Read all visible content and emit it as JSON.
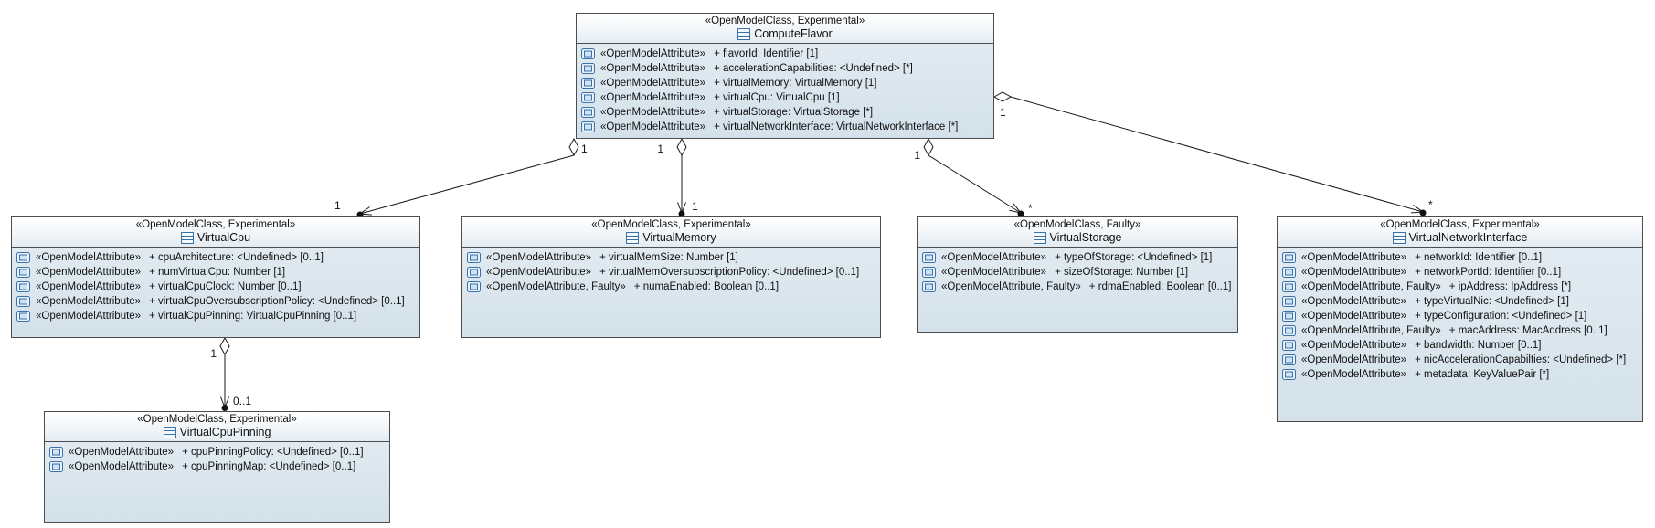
{
  "diagram": {
    "classes": {
      "computeFlavor": {
        "stereotype": "«OpenModelClass, Experimental»",
        "name": "ComputeFlavor",
        "attributes": [
          {
            "stereotype": "«OpenModelAttribute»",
            "text": "+ flavorId: Identifier [1]"
          },
          {
            "stereotype": "«OpenModelAttribute»",
            "text": "+ accelerationCapabilities: <Undefined> [*]"
          },
          {
            "stereotype": "«OpenModelAttribute»",
            "text": "+ virtualMemory: VirtualMemory [1]"
          },
          {
            "stereotype": "«OpenModelAttribute»",
            "text": "+ virtualCpu: VirtualCpu [1]"
          },
          {
            "stereotype": "«OpenModelAttribute»",
            "text": "+ virtualStorage: VirtualStorage [*]"
          },
          {
            "stereotype": "«OpenModelAttribute»",
            "text": "+ virtualNetworkInterface: VirtualNetworkInterface [*]"
          }
        ]
      },
      "virtualCpu": {
        "stereotype": "«OpenModelClass, Experimental»",
        "name": "VirtualCpu",
        "attributes": [
          {
            "stereotype": "«OpenModelAttribute»",
            "text": "+ cpuArchitecture: <Undefined> [0..1]"
          },
          {
            "stereotype": "«OpenModelAttribute»",
            "text": "+ numVirtualCpu: Number [1]"
          },
          {
            "stereotype": "«OpenModelAttribute»",
            "text": "+ virtualCpuClock: Number [0..1]"
          },
          {
            "stereotype": "«OpenModelAttribute»",
            "text": "+ virtualCpuOversubscriptionPolicy: <Undefined> [0..1]"
          },
          {
            "stereotype": "«OpenModelAttribute»",
            "text": "+ virtualCpuPinning: VirtualCpuPinning [0..1]"
          }
        ]
      },
      "virtualMemory": {
        "stereotype": "«OpenModelClass, Experimental»",
        "name": "VirtualMemory",
        "attributes": [
          {
            "stereotype": "«OpenModelAttribute»",
            "text": "+ virtualMemSize: Number [1]"
          },
          {
            "stereotype": "«OpenModelAttribute»",
            "text": "+ virtualMemOversubscriptionPolicy: <Undefined> [0..1]"
          },
          {
            "stereotype": "«OpenModelAttribute, Faulty»",
            "text": "+ numaEnabled: Boolean [0..1]"
          }
        ]
      },
      "virtualStorage": {
        "stereotype": "«OpenModelClass, Faulty»",
        "name": "VirtualStorage",
        "attributes": [
          {
            "stereotype": "«OpenModelAttribute»",
            "text": "+ typeOfStorage: <Undefined> [1]"
          },
          {
            "stereotype": "«OpenModelAttribute»",
            "text": "+ sizeOfStorage: Number [1]"
          },
          {
            "stereotype": "«OpenModelAttribute, Faulty»",
            "text": "+ rdmaEnabled: Boolean [0..1]"
          }
        ]
      },
      "virtualNetworkInterface": {
        "stereotype": "«OpenModelClass, Experimental»",
        "name": "VirtualNetworkInterface",
        "attributes": [
          {
            "stereotype": "«OpenModelAttribute»",
            "text": "+ networkId: Identifier [0..1]"
          },
          {
            "stereotype": "«OpenModelAttribute»",
            "text": "+ networkPortId: Identifier [0..1]"
          },
          {
            "stereotype": "«OpenModelAttribute, Faulty»",
            "text": "+ ipAddress: IpAddress [*]"
          },
          {
            "stereotype": "«OpenModelAttribute»",
            "text": "+ typeVirtualNic: <Undefined> [1]"
          },
          {
            "stereotype": "«OpenModelAttribute»",
            "text": "+ typeConfiguration: <Undefined> [1]"
          },
          {
            "stereotype": "«OpenModelAttribute, Faulty»",
            "text": "+ macAddress: MacAddress [0..1]"
          },
          {
            "stereotype": "«OpenModelAttribute»",
            "text": "+ bandwidth: Number [0..1]"
          },
          {
            "stereotype": "«OpenModelAttribute»",
            "text": "+ nicAccelerationCapabilties: <Undefined> [*]"
          },
          {
            "stereotype": "«OpenModelAttribute»",
            "text": "+ metadata: KeyValuePair [*]"
          }
        ]
      },
      "virtualCpuPinning": {
        "stereotype": "«OpenModelClass, Experimental»",
        "name": "VirtualCpuPinning",
        "attributes": [
          {
            "stereotype": "«OpenModelAttribute»",
            "text": "+ cpuPinningPolicy: <Undefined> [0..1]"
          },
          {
            "stereotype": "«OpenModelAttribute»",
            "text": "+ cpuPinningMap: <Undefined> [0..1]"
          }
        ]
      }
    },
    "connectors": {
      "cf_vcpu": {
        "source_mult": "1",
        "target_mult": "1"
      },
      "cf_vmem": {
        "source_mult": "1",
        "target_mult": "1"
      },
      "cf_vstorage": {
        "source_mult": "1",
        "target_mult": "*"
      },
      "cf_vni": {
        "source_mult": "1",
        "target_mult": "*"
      },
      "vcpu_pinning": {
        "source_mult": "1",
        "target_mult": "0..1"
      }
    }
  }
}
